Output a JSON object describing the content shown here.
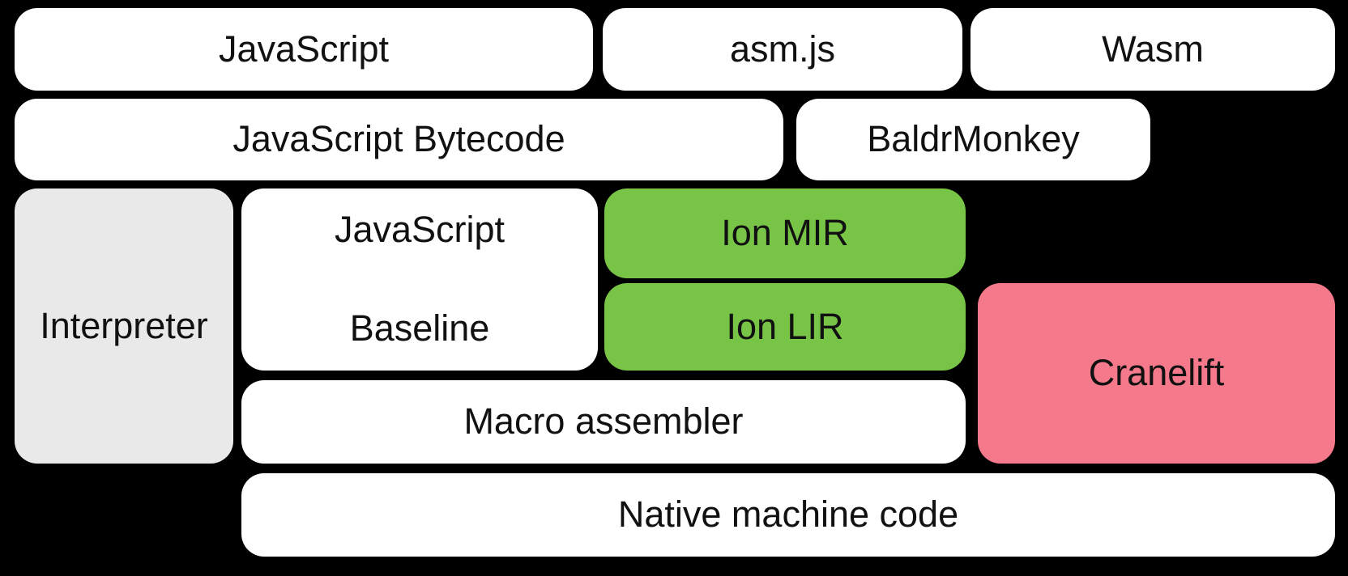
{
  "colors": {
    "background": "#000000",
    "box_white": "#FFFFFF",
    "box_gray": "#E9E9E9",
    "box_green": "#77C446",
    "box_pink": "#F4798B",
    "text": "#111111"
  },
  "diagram": {
    "boxes": {
      "javascript": {
        "label": "JavaScript"
      },
      "asmjs": {
        "label": "asm.js"
      },
      "wasm": {
        "label": "Wasm"
      },
      "bytecode": {
        "label": "JavaScript Bytecode"
      },
      "baldrmonkey": {
        "label": "BaldrMonkey"
      },
      "interpreter": {
        "label": "Interpreter"
      },
      "baseline": {
        "label": "JavaScript Baseline",
        "lines": [
          "JavaScript",
          "Baseline"
        ]
      },
      "ion_mir": {
        "label": "Ion MIR"
      },
      "ion_lir": {
        "label": "Ion LIR"
      },
      "cranelift": {
        "label": "Cranelift"
      },
      "macro_assembler": {
        "label": "Macro assembler"
      },
      "native_code": {
        "label": "Native machine code"
      }
    }
  }
}
